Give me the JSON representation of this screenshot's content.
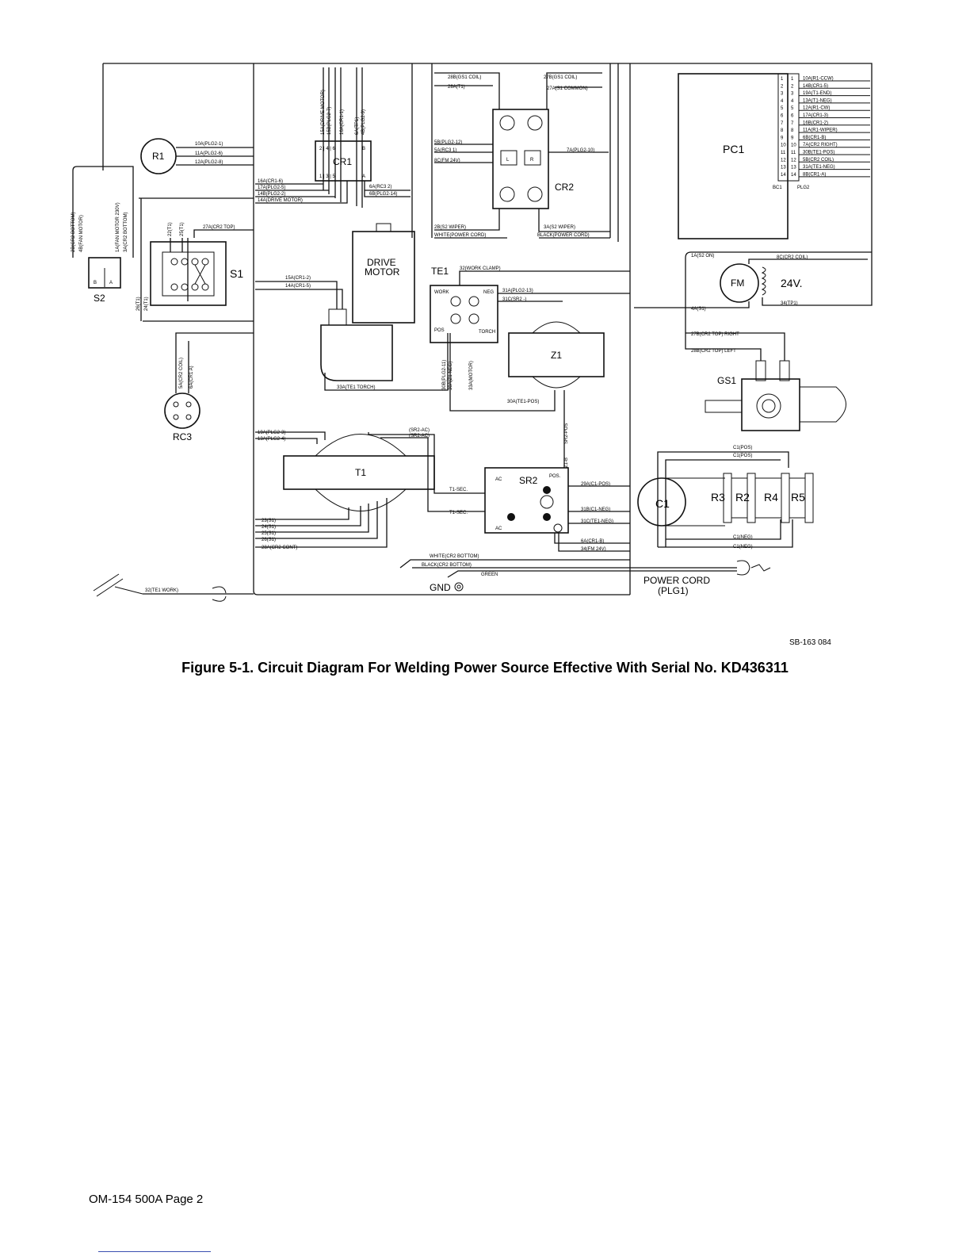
{
  "drawing_number": "SB-163 084",
  "caption": "Figure 5-1. Circuit Diagram For Welding Power Source Effective With Serial No. KD436311",
  "footer": "OM-154 500A Page 2",
  "components": {
    "r1": "R1",
    "s2": "S2",
    "s1": "S1",
    "rc3": "RC3",
    "cr1": "CR1",
    "drive_motor_line1": "DRIVE",
    "drive_motor_line2": "MOTOR",
    "te1": "TE1",
    "cr2": "CR2",
    "z1": "Z1",
    "pc1": "PC1",
    "fm": "FM",
    "fm_voltage": "24V.",
    "gs1": "GS1",
    "t1": "T1",
    "sr2": "SR2",
    "c1": "C1",
    "r3": "R3",
    "r2": "R2",
    "r4": "R4",
    "r5": "R5",
    "gnd": "GND",
    "power_cord_line1": "POWER CORD",
    "power_cord_line2": "(PLG1)",
    "plg2": "PLG2",
    "bc1": "BC1"
  },
  "wire_labels": {
    "r1_1": "10A(PLG2-1)",
    "r1_2": "11A(PLG2-6)",
    "r1_3": "12A(PLG2-8)",
    "s2_a": "2B(CR2 BOTTOM)",
    "s2_b": "4B(FAN MOTOR)",
    "s2_c": "1A(FAN MOTOR 230V)",
    "s2_d": "3A(CR2 BOTTOM)",
    "s1_a": "22(T1)",
    "s1_b": "25(T1)",
    "s1_c": "27A(CR2 TOP)",
    "s1_d": "26(T1)",
    "s1_e": "24(T1)",
    "rc3_a": "5A(CR2 COIL)",
    "rc3_b": "6A(CR1 A)",
    "cr1_top_1": "15A(DRIVE MOTOR)",
    "cr1_top_2": "15B(PLG2-7)",
    "cr1_top_3": "16A(CR1-1)",
    "cr1_top_4": "6A(TP1)",
    "cr1_top_5": "4B(PLG2-9)",
    "cr1_1": "16A(CR1-6)",
    "cr1_2": "17A(PLG2-5)",
    "cr1_3": "14B(PLG2-2)",
    "cr1_4": "14A(DRIVE MOTOR)",
    "cr1_5": "6A(RC3 2)",
    "cr1_6": "6B(PLG2-14)",
    "dm_1": "15A(CR1-2)",
    "dm_2": "14A(CR1-5)",
    "dm_3": "33A(TE1 TORCH)",
    "cr2_1": "28B(GS1 COIL)",
    "cr2_2": "28A(T1)",
    "cr2_3": "27B(GS1 COIL)",
    "cr2_4": "27A(S1 COMMON)",
    "cr2_5": "5B(PLG2-12)",
    "cr2_6": "5A(RC3 1)",
    "cr2_7": "8C(FM 24V)",
    "cr2_8": "7A(PLG2-10)",
    "cr2_9": "2B(S2 WIPER)",
    "cr2_10": "WHITE(POWER CORD)",
    "cr2_11": "3A(S2 WIPER)",
    "cr2_12": "BLACK(POWER CORD)",
    "te1_1": "32(WORK CLAMP)",
    "te1_2": "31A(PLG2-13)",
    "te1_3": "31C(SR2 -)",
    "te1_work": "WORK",
    "te1_neg": "NEG",
    "te1_pos": "POS",
    "te1_torch": "TORCH",
    "te1_v1": "30B(PLG2-11)",
    "te1_v2": "30A(Z1 NEG)",
    "te1_v3": "33A(MOTOR)",
    "z1_1": "30A(TE1-POS)",
    "pc1_1": "10A(R1-CCW)",
    "pc1_2": "14B(CR1-5)",
    "pc1_3": "19A(T1-END)",
    "pc1_4": "13A(T1-NEG)",
    "pc1_5": "12A(R1-CW)",
    "pc1_6": "17A(CR1-3)",
    "pc1_7": "16B(CR1-2)",
    "pc1_8": "11A(R1-WIPER)",
    "pc1_9": "6B(CR1-B)",
    "pc1_10": "7A(CR2 RIGHT)",
    "pc1_11": "30B(TE1-POS)",
    "pc1_12": "5B(CR2 COIL)",
    "pc1_13": "31A(TE1-NEG)",
    "pc1_14": "8B(CR1-A)",
    "fm_1": "1A(S2 ON)",
    "fm_2": "8C(CR2 COIL)",
    "fm_3": "4A(S1)",
    "fm_4": "34(TP1)",
    "gs1_1": "27B(CR2 TOP) RIGHT",
    "gs1_2": "28B(CR2 TOP) LEFT",
    "t1_1": "19A(PLG2-3)",
    "t1_2": "13A(PLG2-4)",
    "t1_3": "(SR2-AC)",
    "t1_4": "(SR2-AC)",
    "t1_5": "23(S1)",
    "t1_6": "24(S1)",
    "t1_7": "25(S1)",
    "t1_8": "26(S1)",
    "t1_9": "28A(CR2 CONT)",
    "sr2_1": "T1-SEC.",
    "sr2_2": "T1-SEC.",
    "sr2_3": "SR2-POS",
    "sr2_4": "Z1-B",
    "sr2_5": "29A(C1-POS)",
    "sr2_6": "31B(C1-NEG)",
    "sr2_7": "31C(TE1-NEG)",
    "sr2_8": "6A(CR1-B)",
    "sr2_9": "34(FM 24V)",
    "sr2_ac1": "AC",
    "sr2_ac2": "AC",
    "sr2_pos": "POS.",
    "c1_1": "C1(POS)",
    "c1_2": "C1(POS)",
    "c1_3": "C1(NEG)",
    "c1_4": "C1(NEG)",
    "cord_1": "WHITE(CR2 BOTTOM)",
    "cord_2": "BLACK(CR2 BOTTOM)",
    "cord_3": "GREEN",
    "clamp": "32(TE1 WORK)"
  },
  "pc1_terminals": [
    "1",
    "2",
    "3",
    "4",
    "5",
    "6",
    "7",
    "8",
    "9",
    "10",
    "11",
    "12",
    "13",
    "14"
  ]
}
